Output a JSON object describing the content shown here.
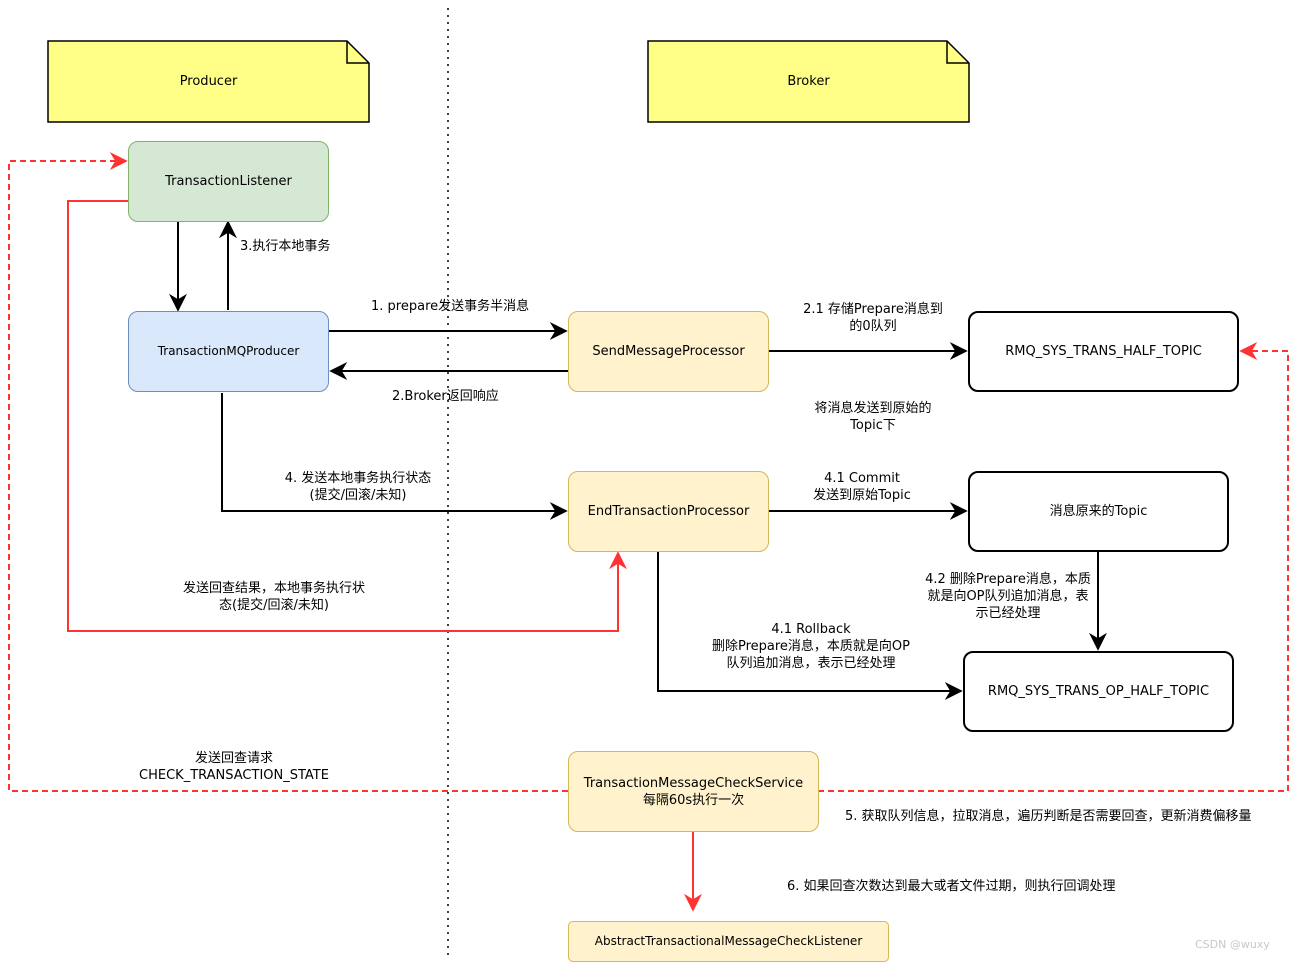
{
  "lanes": {
    "producer": "Producer",
    "broker": "Broker"
  },
  "nodes": {
    "transaction_listener": "TransactionListener",
    "transaction_mq_producer": "TransactionMQProducer",
    "send_message_processor": "SendMessageProcessor",
    "rmq_half_topic": "RMQ_SYS_TRANS_HALF_TOPIC",
    "end_transaction_processor": "EndTransactionProcessor",
    "original_topic": "消息原来的Topic",
    "rmq_op_half_topic": "RMQ_SYS_TRANS_OP_HALF_TOPIC",
    "check_service": "TransactionMessageCheckService\n每隔60s执行一次",
    "abstract_listener": "AbstractTransactionalMessageCheckListener"
  },
  "edges": {
    "execute_local": "3.执行本地事务",
    "prepare_send": "1. prepare发送事务半消息",
    "broker_response": "2.Broker返回响应",
    "store_prepare": "2.1 存储Prepare消息到\n的0队列",
    "send_to_original": "将消息发送到原始的\nTopic下",
    "send_local_state": "4. 发送本地事务执行状态\n(提交/回滚/未知)",
    "commit": "4.1 Commit\n发送到原始Topic",
    "delete_prepare": "4.2 删除Prepare消息，本质\n就是向OP队列追加消息，表\n示已经处理",
    "rollback": "4.1 Rollback\n删除Prepare消息，本质就是向OP\n队列追加消息，表示已经处理",
    "check_result": "发送回查结果，本地事务执行状\n态(提交/回滚/未知)",
    "check_request": "发送回查请求\nCHECK_TRANSACTION_STATE",
    "fetch_queue": "5. 获取队列信息，拉取消息，遍历判断是否需要回查，更新消费偏移量",
    "max_check": "6. 如果回查次数达到最大或者文件过期，则执行回调处理"
  },
  "watermark": "CSDN @wuxy",
  "colors": {
    "note_fill": "#ffff88",
    "green_fill": "#d5e8d4",
    "blue_fill": "#dae8fc",
    "yellow_fill": "#fff2cc",
    "red": "#ff3333"
  }
}
